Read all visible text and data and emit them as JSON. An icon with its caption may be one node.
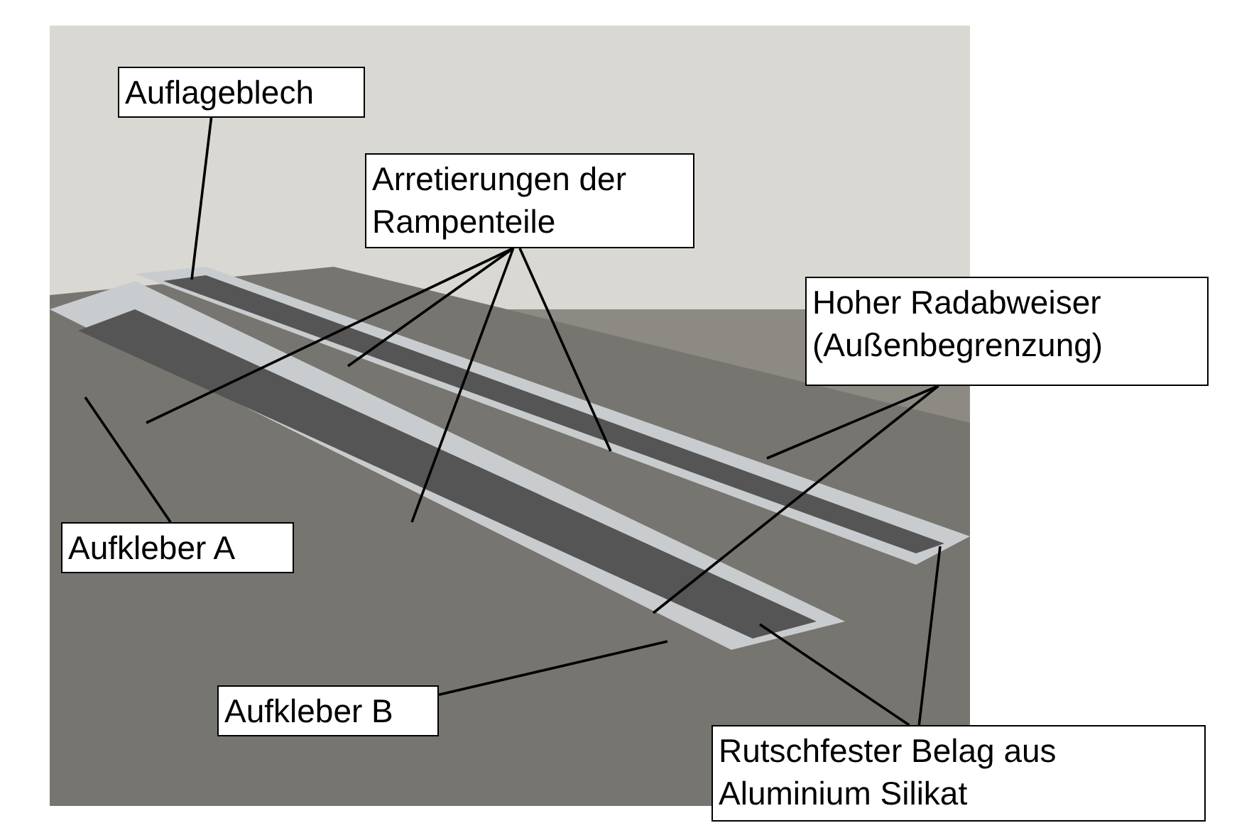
{
  "diagram": {
    "nodes": [
      {
        "text": [
          "Auflageblech"
        ]
      },
      {
        "text": [
          "Arretierungen der Rampenteile"
        ]
      },
      {
        "text": [
          "Hoher Radabweiser (Außenbegrenzung)"
        ]
      },
      {
        "text": [
          "Aufkleber A"
        ]
      },
      {
        "text": [
          "Aufkleber B"
        ]
      },
      {
        "text": [
          "Rutschfester Belag aus Aluminium Silikat"
        ]
      }
    ],
    "edges": [
      {
        "from": 0,
        "to": null,
        "arrow": "none"
      },
      {
        "from": 1,
        "to": null,
        "arrow": "none"
      },
      {
        "from": 1,
        "to": null,
        "arrow": "none"
      },
      {
        "from": 1,
        "to": null,
        "arrow": "none"
      },
      {
        "from": 1,
        "to": null,
        "arrow": "none"
      },
      {
        "from": 2,
        "to": null,
        "arrow": "none"
      },
      {
        "from": 2,
        "to": null,
        "arrow": "none"
      },
      {
        "from": 3,
        "to": null,
        "arrow": "none"
      },
      {
        "from": 4,
        "to": null,
        "arrow": "none"
      },
      {
        "from": 5,
        "to": null,
        "arrow": "none"
      },
      {
        "from": 5,
        "to": null,
        "arrow": "none"
      }
    ]
  }
}
